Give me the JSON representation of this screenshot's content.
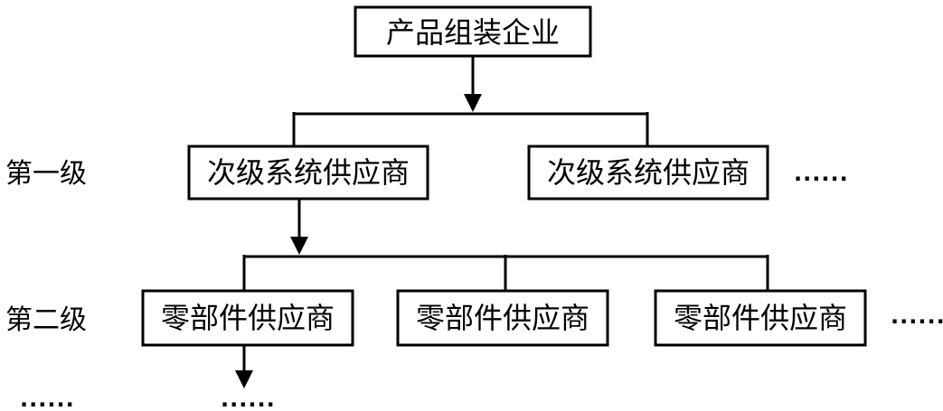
{
  "root": {
    "label": "产品组装企业"
  },
  "levels": {
    "first": "第一级",
    "second": "第二级"
  },
  "tier1": {
    "nodes": [
      "次级系统供应商",
      "次级系统供应商"
    ],
    "more": "......"
  },
  "tier2": {
    "nodes": [
      "零部件供应商",
      "零部件供应商",
      "零部件供应商"
    ],
    "more": "......"
  },
  "below": {
    "left_more": "......",
    "under_first_part_more": "......"
  }
}
